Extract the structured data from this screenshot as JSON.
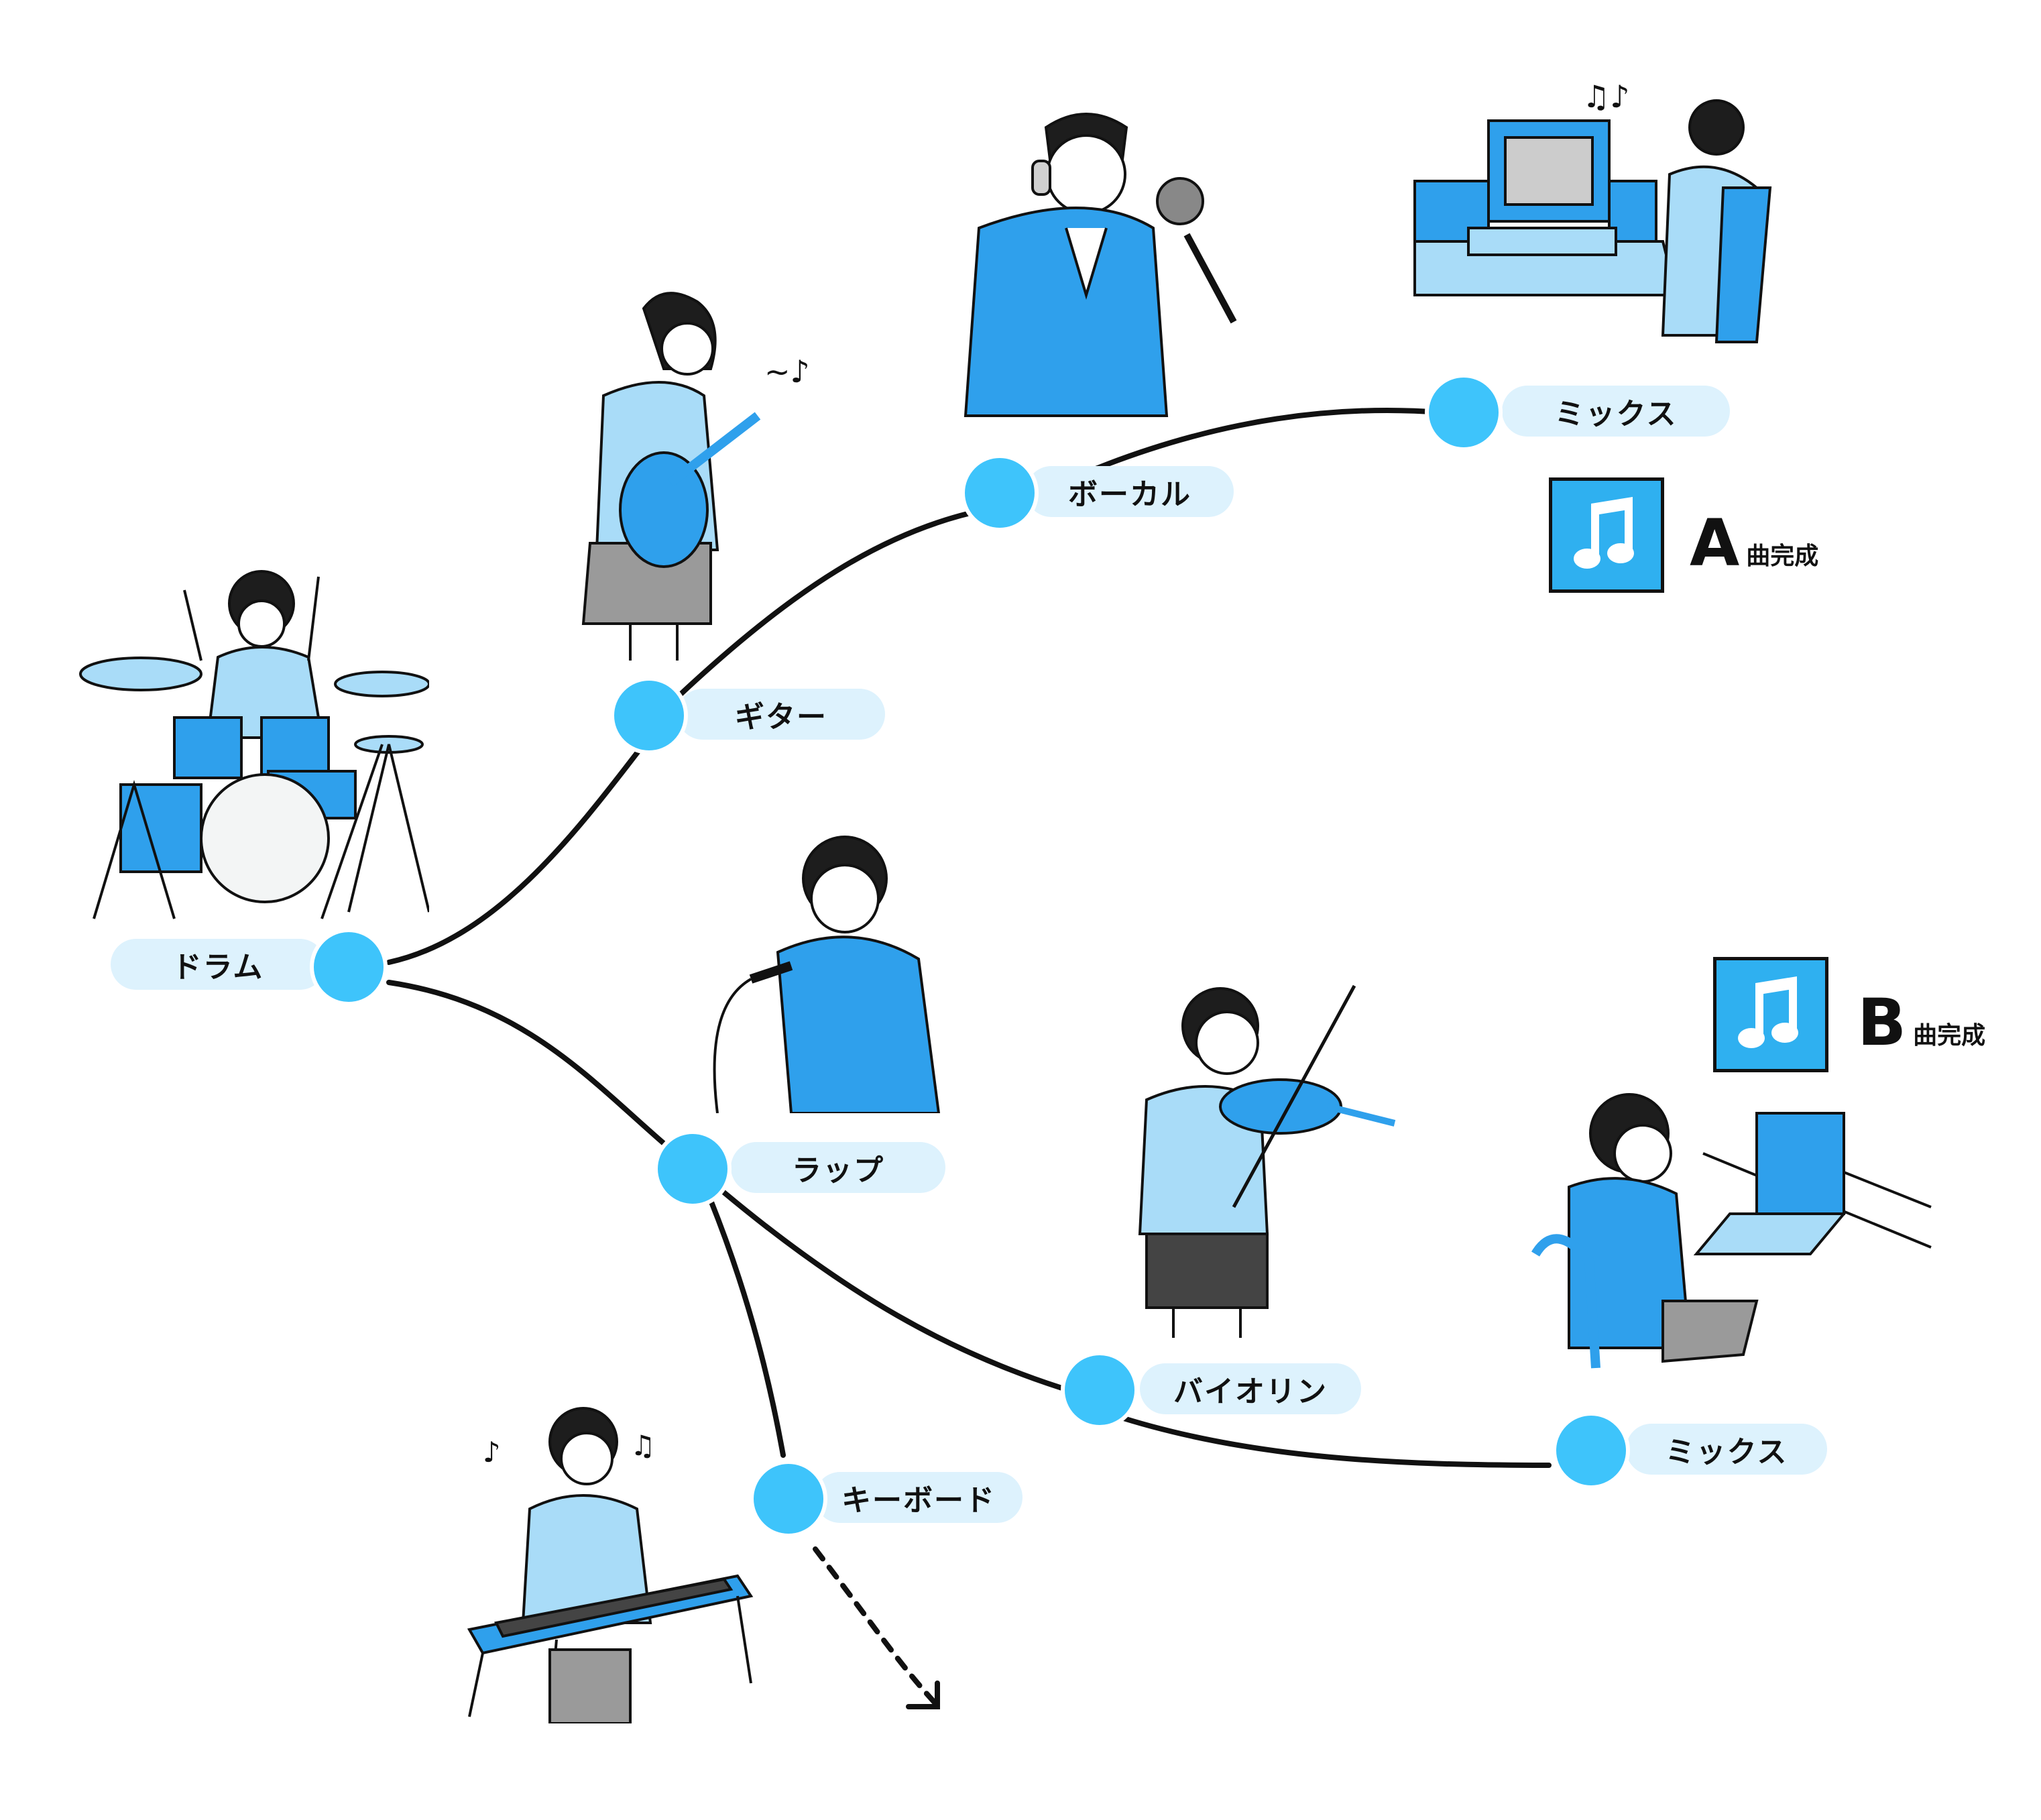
{
  "colors": {
    "node": "#3ec4fb",
    "tag_bg": "#ddf2fd",
    "figure_blue": "#2fa0ec",
    "figure_light": "#a9dcf8",
    "line": "#111111"
  },
  "nodes": {
    "drums": "ドラム",
    "guitar": "ギター",
    "vocal": "ボーカル",
    "mix_a": "ミックス",
    "rap": "ラップ",
    "violin": "バイオリン",
    "mix_b": "ミックス",
    "keyboard": "キーボード"
  },
  "results": {
    "a": {
      "letter": "A",
      "text": "曲完成",
      "icon": "music-note-icon"
    },
    "b": {
      "letter": "B",
      "text": "曲完成",
      "icon": "music-note-icon"
    }
  },
  "figures": [
    "drummer-illustration",
    "guitarist-illustration",
    "vocalist-illustration",
    "mixing-engineer-illustration",
    "rapper-illustration",
    "violinist-illustration",
    "laptop-producer-illustration",
    "keyboardist-illustration"
  ]
}
